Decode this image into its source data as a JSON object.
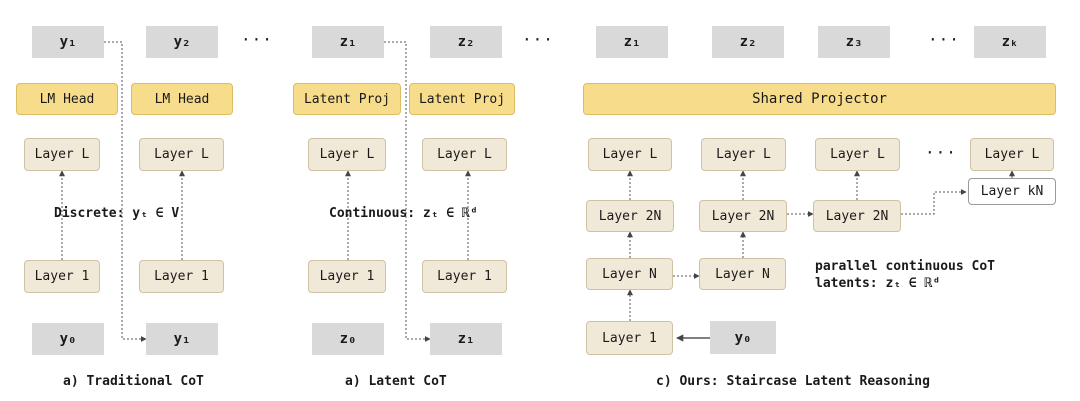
{
  "panel_a": {
    "tokens_top": [
      "y₁",
      "y₂"
    ],
    "heads": [
      "LM Head",
      "LM Head"
    ],
    "layer_top": "Layer L",
    "layer_bottom": "Layer 1",
    "inputs_bottom": [
      "y₀",
      "y₁"
    ],
    "annotation_prefix": "Discrete: ",
    "annotation_math": "yₜ ∈ V",
    "ellipsis": "···",
    "caption": "a) Traditional CoT"
  },
  "panel_b": {
    "tokens_top": [
      "z₁",
      "z₂"
    ],
    "heads": [
      "Latent Proj",
      "Latent Proj"
    ],
    "layer_top": "Layer L",
    "layer_bottom": "Layer 1",
    "inputs_bottom": [
      "z₀",
      "z₁"
    ],
    "annotation_prefix": "Continuous: ",
    "annotation_math": "zₜ ∈ ℝᵈ",
    "ellipsis": "···",
    "caption": "a) Latent CoT"
  },
  "panel_c": {
    "tokens_top": [
      "z₁",
      "z₂",
      "z₃",
      "zₖ"
    ],
    "projector": "Shared Projector",
    "layer_L": "Layer L",
    "layer_2N": "Layer 2N",
    "layer_N": "Layer N",
    "layer_1": "Layer 1",
    "layer_kN": "Layer kN",
    "input": "y₀",
    "annotation_line1": "parallel continuous CoT",
    "annotation_line2": "latents: zₜ ∈ ℝᵈ",
    "ellipsis": "···",
    "caption": "c) Ours: Staircase Latent Reasoning"
  },
  "colors": {
    "token_fill": "#d9d9d9",
    "head_fill": "#f7dc8b",
    "layer_fill": "#f1e9d8",
    "layer_border": "#cfc2a4"
  }
}
